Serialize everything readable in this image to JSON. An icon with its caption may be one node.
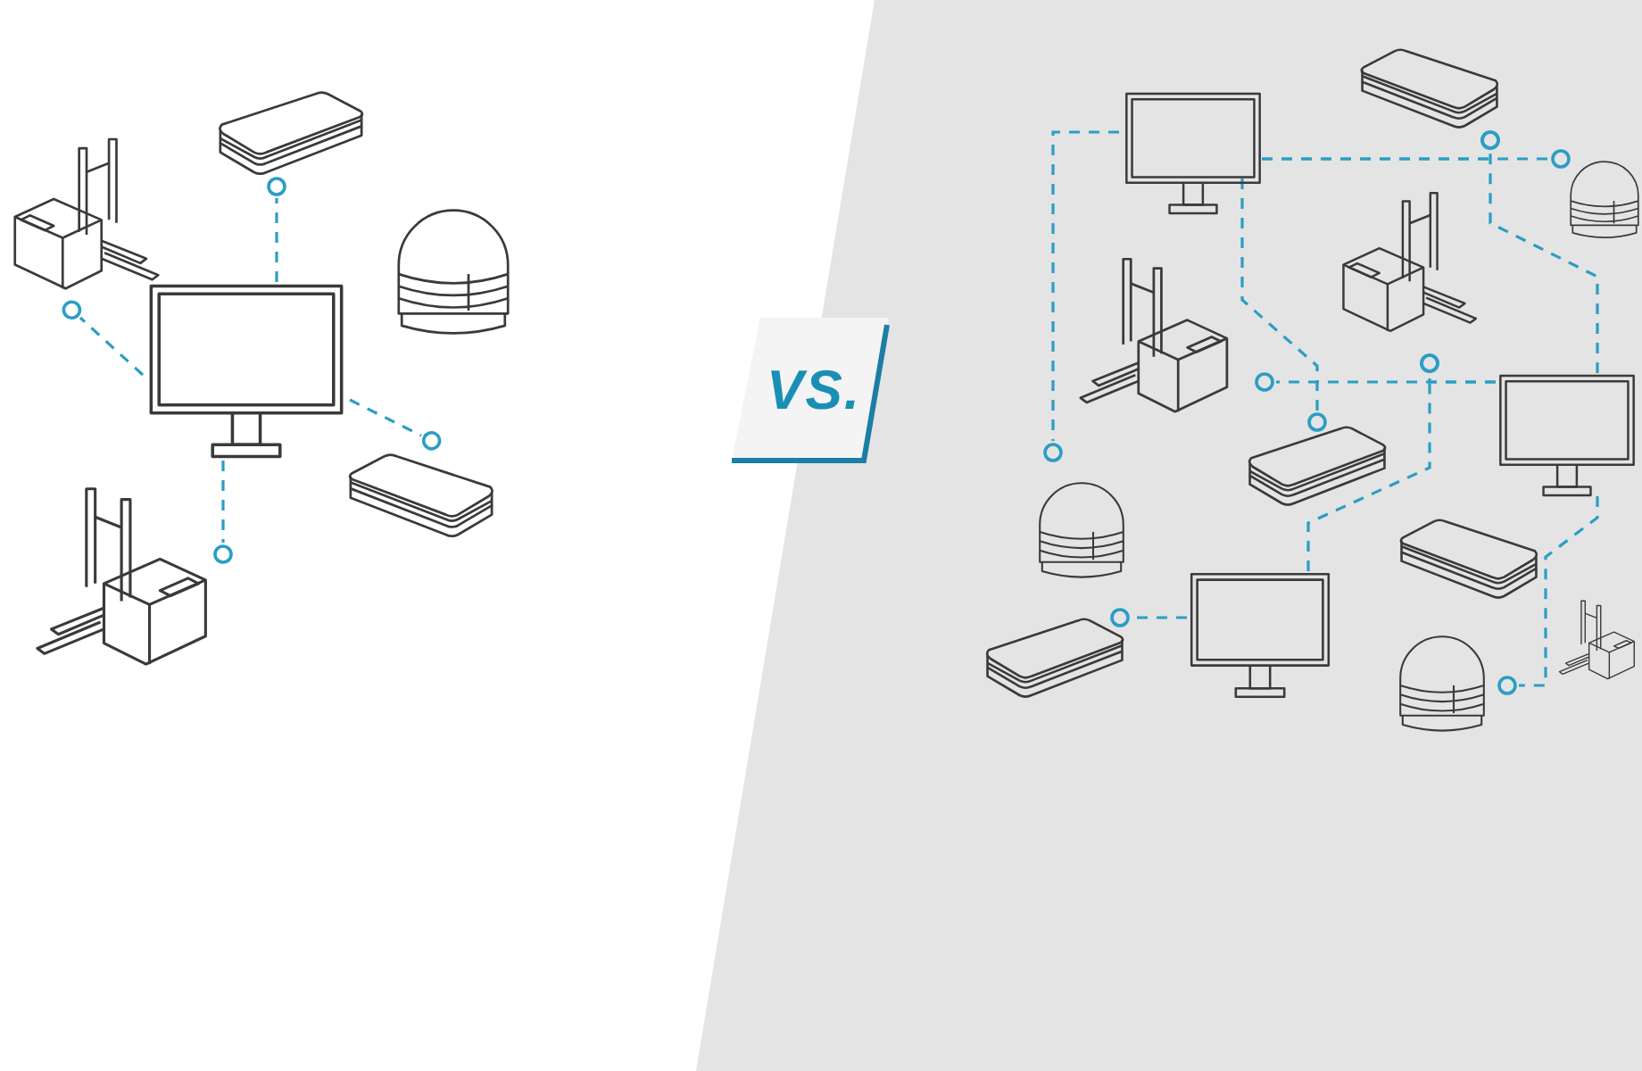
{
  "diagram": {
    "nodes": [
      {
        "text": [],
        "shape": "picture"
      },
      {
        "text": [],
        "shape": "picture"
      },
      {
        "text": [],
        "shape": "picture"
      },
      {
        "text": [],
        "shape": "picture"
      },
      {
        "text": [],
        "shape": "picture"
      },
      {
        "text": [],
        "shape": "picture"
      },
      {
        "text": [
          "VS."
        ]
      },
      {
        "text": [],
        "shape": "picture"
      },
      {
        "text": [],
        "shape": "picture"
      },
      {
        "text": [],
        "shape": "picture"
      },
      {
        "text": [],
        "shape": "picture"
      },
      {
        "text": [],
        "shape": "picture"
      },
      {
        "text": [],
        "shape": "picture"
      },
      {
        "text": [],
        "shape": "picture"
      },
      {
        "text": [],
        "shape": "picture"
      },
      {
        "text": [],
        "shape": "picture"
      },
      {
        "text": [],
        "shape": "picture"
      },
      {
        "text": [],
        "shape": "picture"
      },
      {
        "text": [],
        "shape": "picture"
      },
      {
        "text": [],
        "shape": "picture"
      }
    ],
    "edges": [
      {
        "from": 0,
        "to": 2,
        "arrow": "other",
        "style": "dashed"
      },
      {
        "from": 0,
        "to": 1,
        "arrow": "other",
        "style": "dashed"
      },
      {
        "from": 0,
        "to": 4,
        "arrow": "other",
        "style": "dashed"
      },
      {
        "from": 0,
        "to": 5,
        "arrow": "other",
        "style": "dashed"
      },
      {
        "from": 7,
        "to": 14,
        "arrow": "other",
        "style": "dashed"
      },
      {
        "from": 7,
        "to": 9,
        "arrow": "other",
        "style": "dashed"
      },
      {
        "from": 7,
        "to": 8,
        "arrow": "other",
        "style": "dashed"
      },
      {
        "from": 12,
        "to": 8,
        "arrow": "other",
        "style": "dashed"
      },
      {
        "from": 7,
        "to": 13,
        "arrow": "other",
        "style": "dashed"
      },
      {
        "from": 12,
        "to": 11,
        "arrow": "other",
        "style": "dashed"
      },
      {
        "from": 12,
        "to": 10,
        "arrow": "other",
        "style": "dashed"
      },
      {
        "from": 16,
        "to": 10,
        "arrow": "other",
        "style": "dashed"
      },
      {
        "from": 12,
        "to": 18,
        "arrow": "other",
        "style": "dashed"
      },
      {
        "from": 16,
        "to": 17,
        "arrow": "other",
        "style": "dashed"
      }
    ]
  }
}
